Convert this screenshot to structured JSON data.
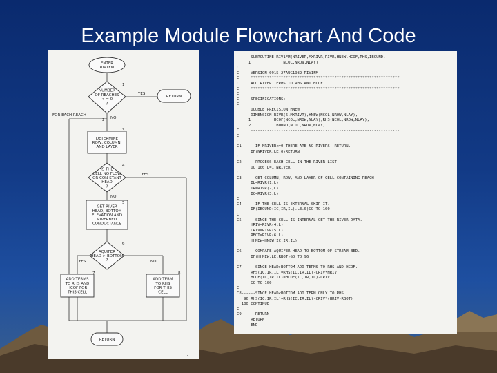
{
  "slide": {
    "title": "Example Module Flowchart And Code",
    "page_number": "2"
  },
  "flowchart": {
    "for_each_reach": "FOR EACH REACH",
    "nodes": [
      {
        "id": "n1",
        "label": [
          "ENTER",
          "RIV1FM"
        ]
      },
      {
        "id": "n2",
        "label": [
          "NUMBER",
          "OF REACHES",
          "< = 0",
          "?"
        ],
        "num": "1"
      },
      {
        "id": "n3",
        "label": [
          "RETURN"
        ]
      },
      {
        "id": "n4",
        "label": [
          "DETERMINE",
          "ROW, COLUMN,",
          "AND LAYER"
        ],
        "num": "3"
      },
      {
        "id": "n5",
        "label": [
          "IS THE",
          "CELL NO FLOW",
          "OR CON-STANT",
          "HEAD",
          "?"
        ],
        "num": "4"
      },
      {
        "id": "n6",
        "label": [
          "GET RIVER",
          "HEAD, BOTTOM",
          "ELEVATION AND",
          "RIVERBED",
          "CONDUCTANCE"
        ],
        "num": "5"
      },
      {
        "id": "n7",
        "label": [
          "AQUIFER",
          "HEAD > BOTTOM",
          "?"
        ],
        "num": "6"
      },
      {
        "id": "n8",
        "label": [
          "ADD TERMS",
          "TO RHS AND",
          "HCOF FOR",
          "THIS CELL"
        ],
        "num": "7"
      },
      {
        "id": "n9",
        "label": [
          "ADD TERM",
          "TO RHS",
          "FOR THIS",
          "CELL"
        ],
        "num": "8"
      },
      {
        "id": "n10",
        "label": [
          "RETURN"
        ]
      }
    ],
    "yes": "YES",
    "no": "NO",
    "step2": "2"
  },
  "code": {
    "lines": [
      "      SUBROUTINE RIV1FM(NRIVER,MXRIVR,RIVR,HNEW,HCOF,RHS,IBOUND,",
      "     1              NCOL,NROW,NLAY)",
      "C",
      "C-----VERSION 0915 27AUG1982 RIV1FM",
      "C     ****************************************************************",
      "C     ADD RIVER TERMS TO RHS AND HCOF",
      "C     ****************************************************************",
      "C",
      "C     SPECIFICATIONS:",
      "C     ----------------------------------------------------------------",
      "      DOUBLE PRECISION HNEW",
      "      DIMENSION RIVR(6,MXRIVR),HNEW(NCOL,NROW,NLAY),",
      "     1          HCOF(NCOL,NROW,NLAY),RHS(NCOL,NROW,NLAY),",
      "     2          IBOUND(NCOL,NROW,NLAY)",
      "C     ----------------------------------------------------------------",
      "C",
      "C",
      "C1------IF NRIVER<=0 THERE ARE NO RIVERS. RETURN.",
      "      IF(NRIVER.LE.0)RETURN",
      "C",
      "C2------PROCESS EACH CELL IN THE RIVER LIST.",
      "      DO 100 L=1,NRIVER",
      "C",
      "C3------GET COLUMN, ROW, AND LAYER OF CELL CONTAINING REACH",
      "      IL=RIVR(1,L)",
      "      IR=RIVR(2,L)",
      "      IC=RIVR(3,L)",
      "C",
      "C4------IF THE CELL IS EXTERNAL SKIP IT.",
      "      IF(IBOUND(IC,IR,IL).LE.0)GO TO 100",
      "C",
      "C5------SINCE THE CELL IS INTERNAL GET THE RIVER DATA.",
      "      HRIV=RIVR(4,L)",
      "      CRIV=RIVR(5,L)",
      "      RBOT=RIVR(6,L)",
      "      HHNEW=HNEW(IC,IR,IL)",
      "C",
      "C6------COMPARE AQUIFER HEAD TO BOTTOM OF STREAM BED.",
      "      IF(HHNEW.LE.RBOT)GO TO 96",
      "C",
      "C7------SINCE HEAD>BOTTOM ADD TERMS TO RHS AND HCOF.",
      "      RHS(IC,IR,IL)=RHS(IC,IR,IL)-CRIV*HRIV",
      "      HCOF(IC,IR,IL)=HCOF(IC,IR,IL)-CRIV",
      "      GO TO 100",
      "C",
      "C8------SINCE HEAD<BOTTOM ADD TERM ONLY TO RHS.",
      "   96 RHS(IC,IR,IL)=RHS(IC,IR,IL)-CRIV*(HRIV-RBOT)",
      "  100 CONTINUE",
      "C",
      "C9------RETURN",
      "      RETURN",
      "      END"
    ]
  }
}
